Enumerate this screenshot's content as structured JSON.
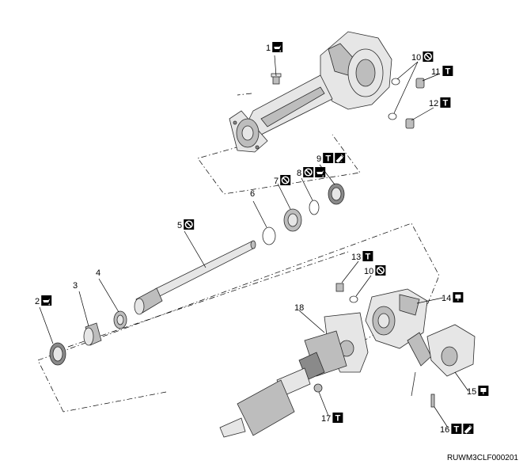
{
  "callouts": [
    {
      "label": "1",
      "icons": [
        "oil-icon"
      ]
    },
    {
      "label": "2",
      "icons": [
        "oil-icon"
      ]
    },
    {
      "label": "3",
      "icons": []
    },
    {
      "label": "4",
      "icons": []
    },
    {
      "label": "5",
      "icons": [
        "no-reuse-icon"
      ]
    },
    {
      "label": "6",
      "icons": []
    },
    {
      "label": "7",
      "icons": [
        "no-reuse-icon"
      ]
    },
    {
      "label": "8",
      "icons": [
        "no-reuse-icon",
        "oil-icon"
      ]
    },
    {
      "label": "9",
      "icons": [
        "torque-icon",
        "sealant-icon"
      ]
    },
    {
      "label": "10",
      "icons": [
        "no-reuse-icon"
      ]
    },
    {
      "label": "11",
      "icons": [
        "torque-icon"
      ]
    },
    {
      "label": "12",
      "icons": [
        "torque-icon"
      ]
    },
    {
      "label": "13",
      "icons": [
        "torque-icon"
      ]
    },
    {
      "label": "10",
      "icons": [
        "no-reuse-icon"
      ]
    },
    {
      "label": "14",
      "icons": [
        "grease-icon"
      ]
    },
    {
      "label": "15",
      "icons": [
        "grease-icon"
      ]
    },
    {
      "label": "16",
      "icons": [
        "torque-icon",
        "sealant-icon"
      ]
    },
    {
      "label": "17",
      "icons": [
        "torque-icon"
      ]
    },
    {
      "label": "18",
      "icons": []
    }
  ],
  "icon_glyphs": {
    "torque-icon": "T"
  },
  "drawing_code": "RUWM3CLF000201",
  "colors": {
    "icon_bg": "#000000",
    "icon_fg": "#ffffff",
    "line": "#000000",
    "part_fill": "#e6e6e6"
  }
}
